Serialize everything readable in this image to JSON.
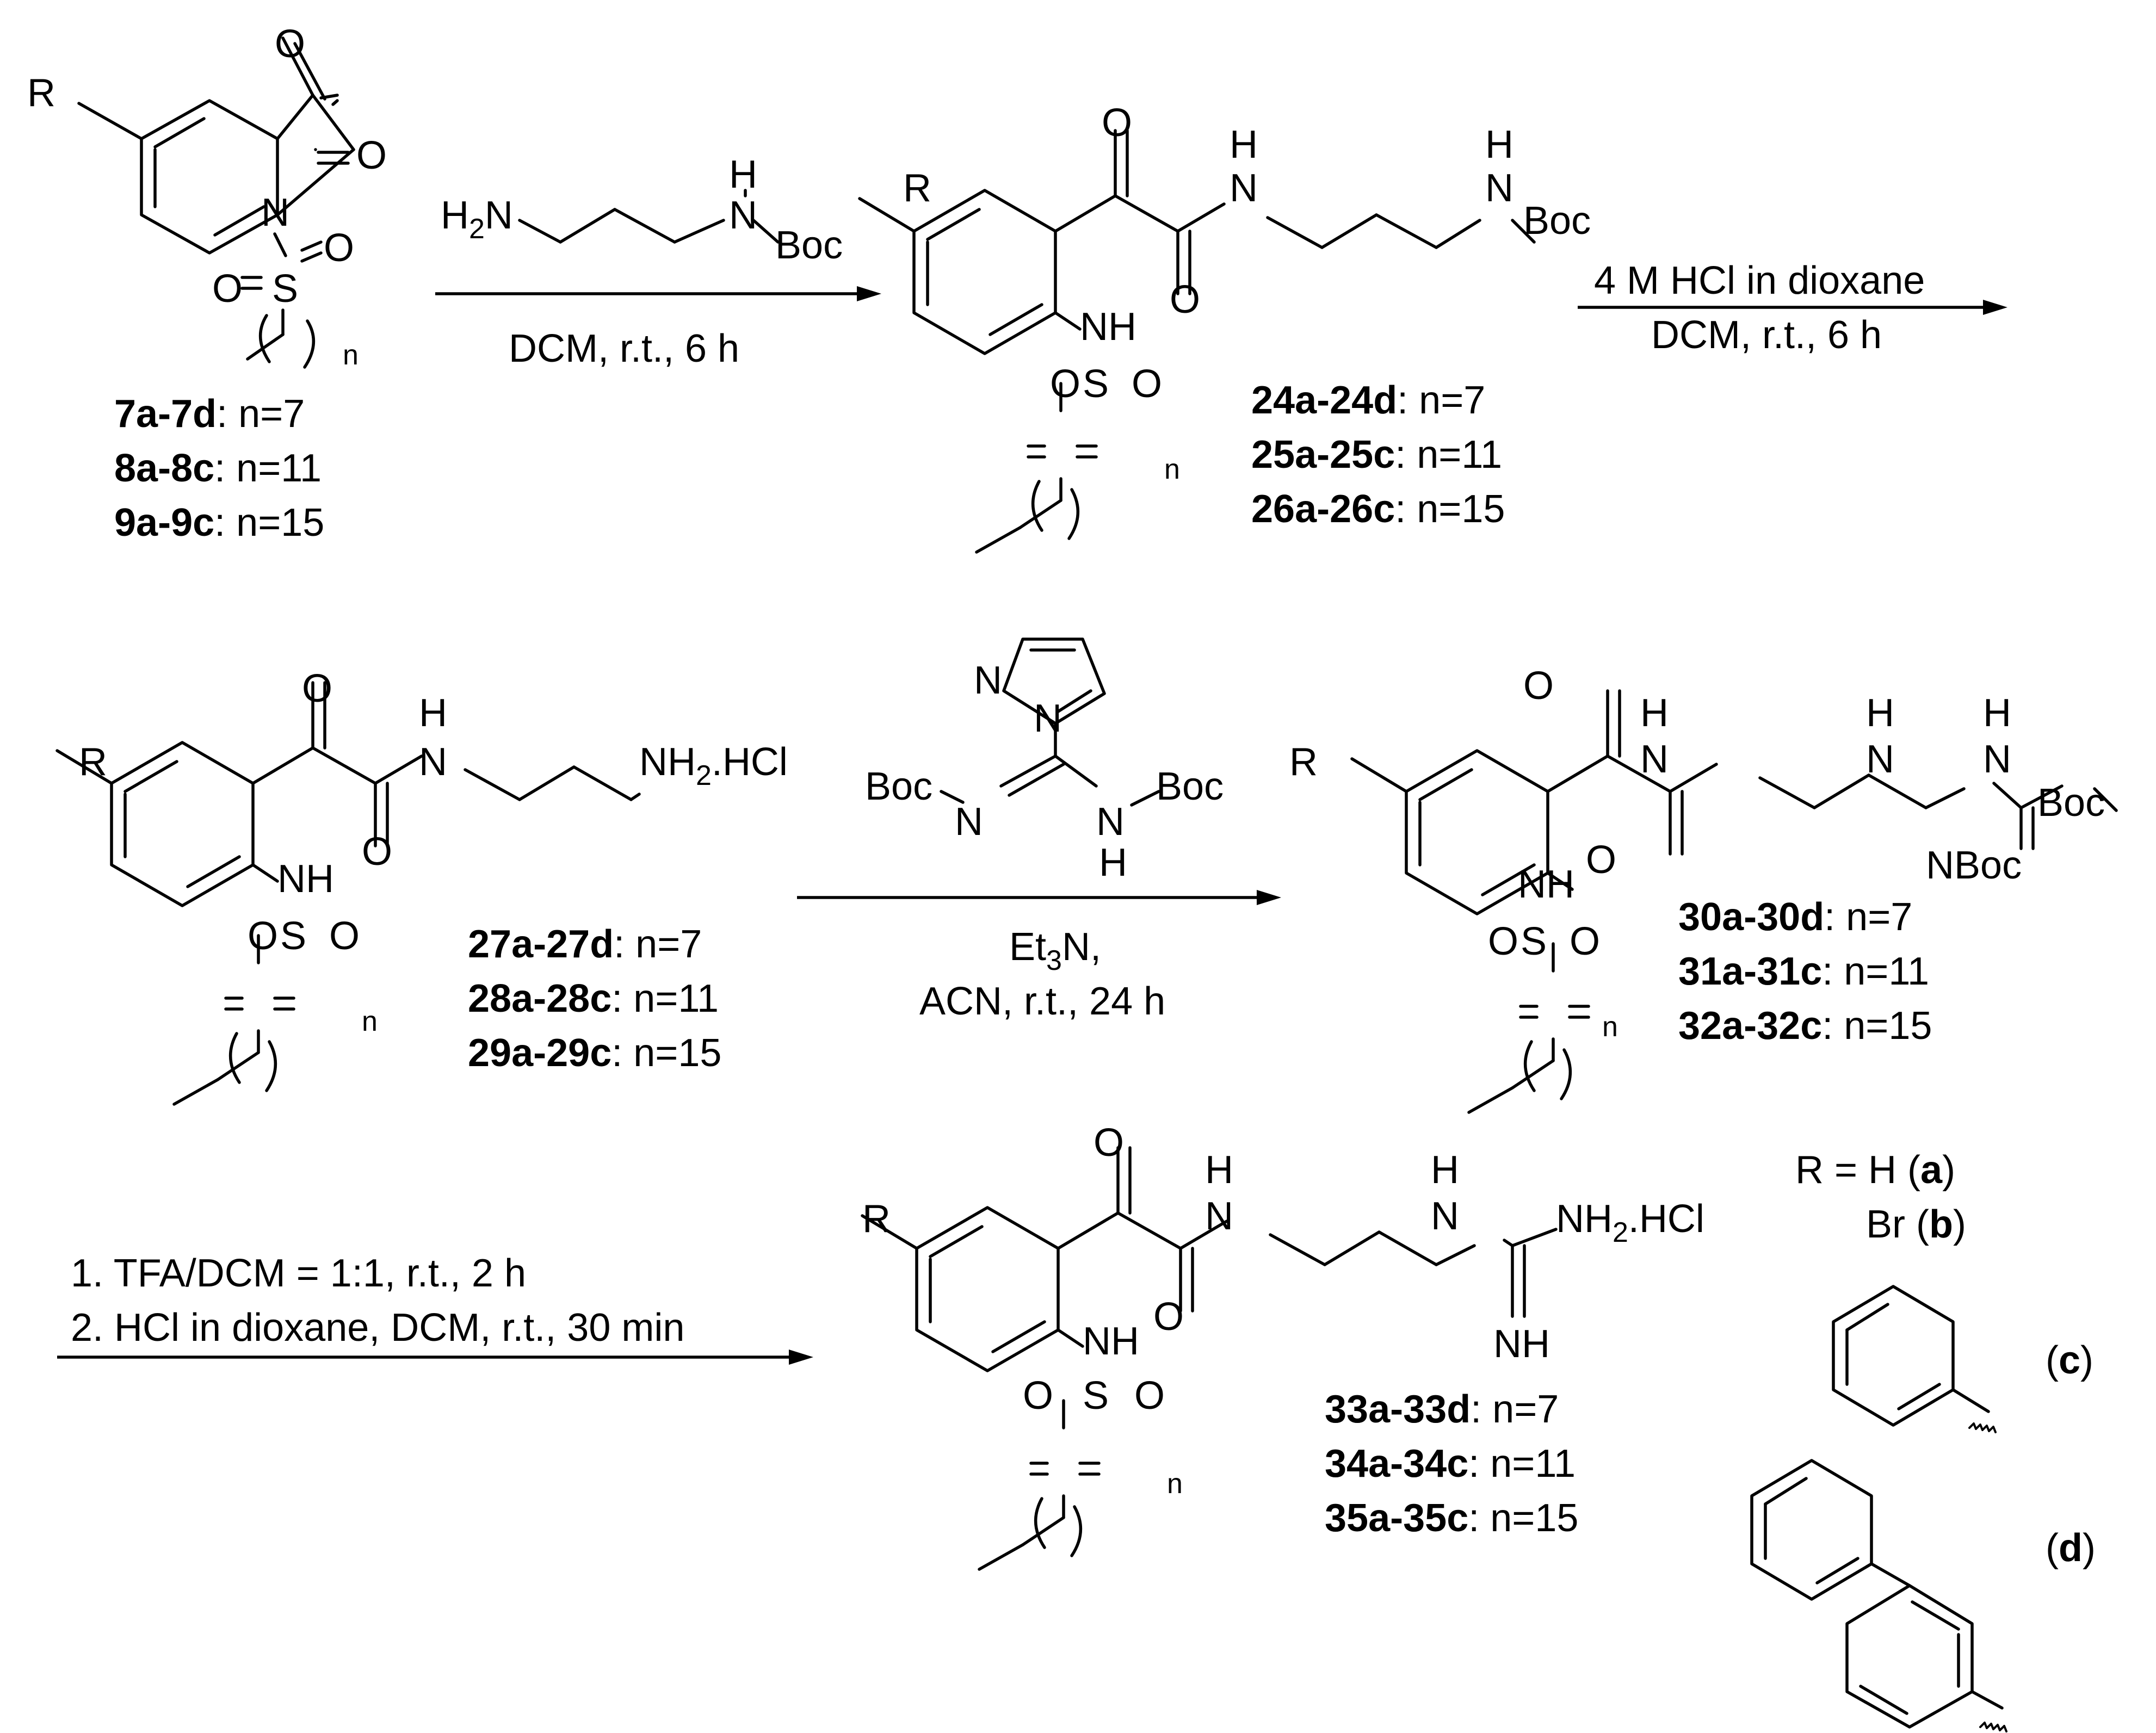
{
  "atoms": {
    "R": "R",
    "O": "O",
    "N": "N",
    "H": "H",
    "NH": "NH",
    "S": "S",
    "n": "n",
    "Boc": "Boc",
    "H2": "H",
    "two": "2",
    "NH2HCl": "NH",
    "HCl": "HCl",
    "NBoc": "NBoc",
    "HN_": "NH"
  },
  "step1": {
    "reagent_h2n": "H",
    "reagent_h2n_sub": "2",
    "reagent_n": "N",
    "reagent_boc": "Boc",
    "reagent_nh_h": "H",
    "reagent_nh_n": "N",
    "conditions": "DCM, r.t., 6 h"
  },
  "step2": {
    "reagent": "4 M HCl in dioxane",
    "conditions": "DCM, r.t., 6 h"
  },
  "step3": {
    "cond1_et": "Et",
    "cond1_sub": "3",
    "cond1_n": "N,",
    "cond2": "ACN, r.t., 24 h"
  },
  "step4": {
    "line1": "1. TFA/DCM = 1:1, r.t., 2 h",
    "line2": "2. HCl in dioxane, DCM, r.t., 30 min"
  },
  "compounds": {
    "c7": {
      "id": "7a-7d",
      "n": ": n=7"
    },
    "c8": {
      "id": "8a-8c",
      "n": ": n=11"
    },
    "c9": {
      "id": "9a-9c",
      "n": ": n=15"
    },
    "c24": {
      "id": "24a-24d",
      "n": ": n=7"
    },
    "c25": {
      "id": "25a-25c",
      "n": ": n=11"
    },
    "c26": {
      "id": "26a-26c",
      "n": ": n=15"
    },
    "c27": {
      "id": "27a-27d",
      "n": ": n=7"
    },
    "c28": {
      "id": "28a-28c",
      "n": ": n=11"
    },
    "c29": {
      "id": "29a-29c",
      "n": ": n=15"
    },
    "c30": {
      "id": "30a-30d",
      "n": ": n=7"
    },
    "c31": {
      "id": "31a-31c",
      "n": ": n=11"
    },
    "c32": {
      "id": "32a-32c",
      "n": ": n=15"
    },
    "c33": {
      "id": "33a-33d",
      "n": ": n=7"
    },
    "c34": {
      "id": "34a-34c",
      "n": ": n=11"
    },
    "c35": {
      "id": "35a-35c",
      "n": ": n=15"
    }
  },
  "legend": {
    "r_eq": "R = H (",
    "a": "a",
    "close": ")",
    "br": "Br (",
    "b": "b",
    "c_open": "(",
    "c": "c",
    "d_open": "(",
    "d": "d"
  }
}
